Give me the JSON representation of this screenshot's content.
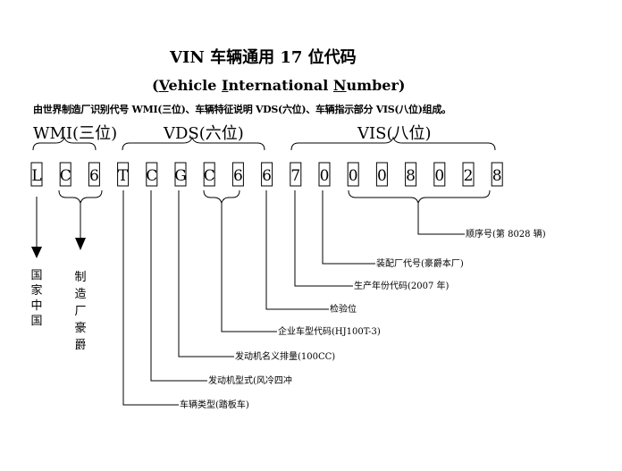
{
  "title": "VIN 车辆通用 17 位代码",
  "subtitle": {
    "parts": [
      {
        "first": "V",
        "rest": "ehicle "
      },
      {
        "first": "I",
        "rest": "nternational "
      },
      {
        "first": "N",
        "rest": "umber"
      }
    ],
    "open": "(",
    "close": ")"
  },
  "description": "由世界制造厂识别代号 WMI(三位)、车辆特征说明 VDS(六位)、车辆指示部分 VIS(八位)组成。",
  "groups": {
    "wmi": "WMI(三位)",
    "vds": "VDS(六位)",
    "vis": "VIS(八位)"
  },
  "characters": [
    "L",
    "C",
    "6",
    "T",
    "C",
    "G",
    "C",
    "6",
    "6",
    "7",
    "0",
    "0",
    "0",
    "8",
    "0",
    "2",
    "8"
  ],
  "vertical_labels": {
    "country": "国家中国",
    "manufacturer": "制造厂豪爵"
  },
  "callouts": {
    "sequence": "顺序号(第 8028 辆)",
    "assembly_plant": "装配厂代号(豪爵本厂)",
    "model_year": "生产年份代码(2007 年)",
    "check_digit": "检验位",
    "model_code": "企业车型代码(HJ100T-3)",
    "displacement": "发动机名义排量(100CC)",
    "engine_type": "发动机型式(风冷四冲",
    "vehicle_type": "车辆类型(踏板车)"
  }
}
